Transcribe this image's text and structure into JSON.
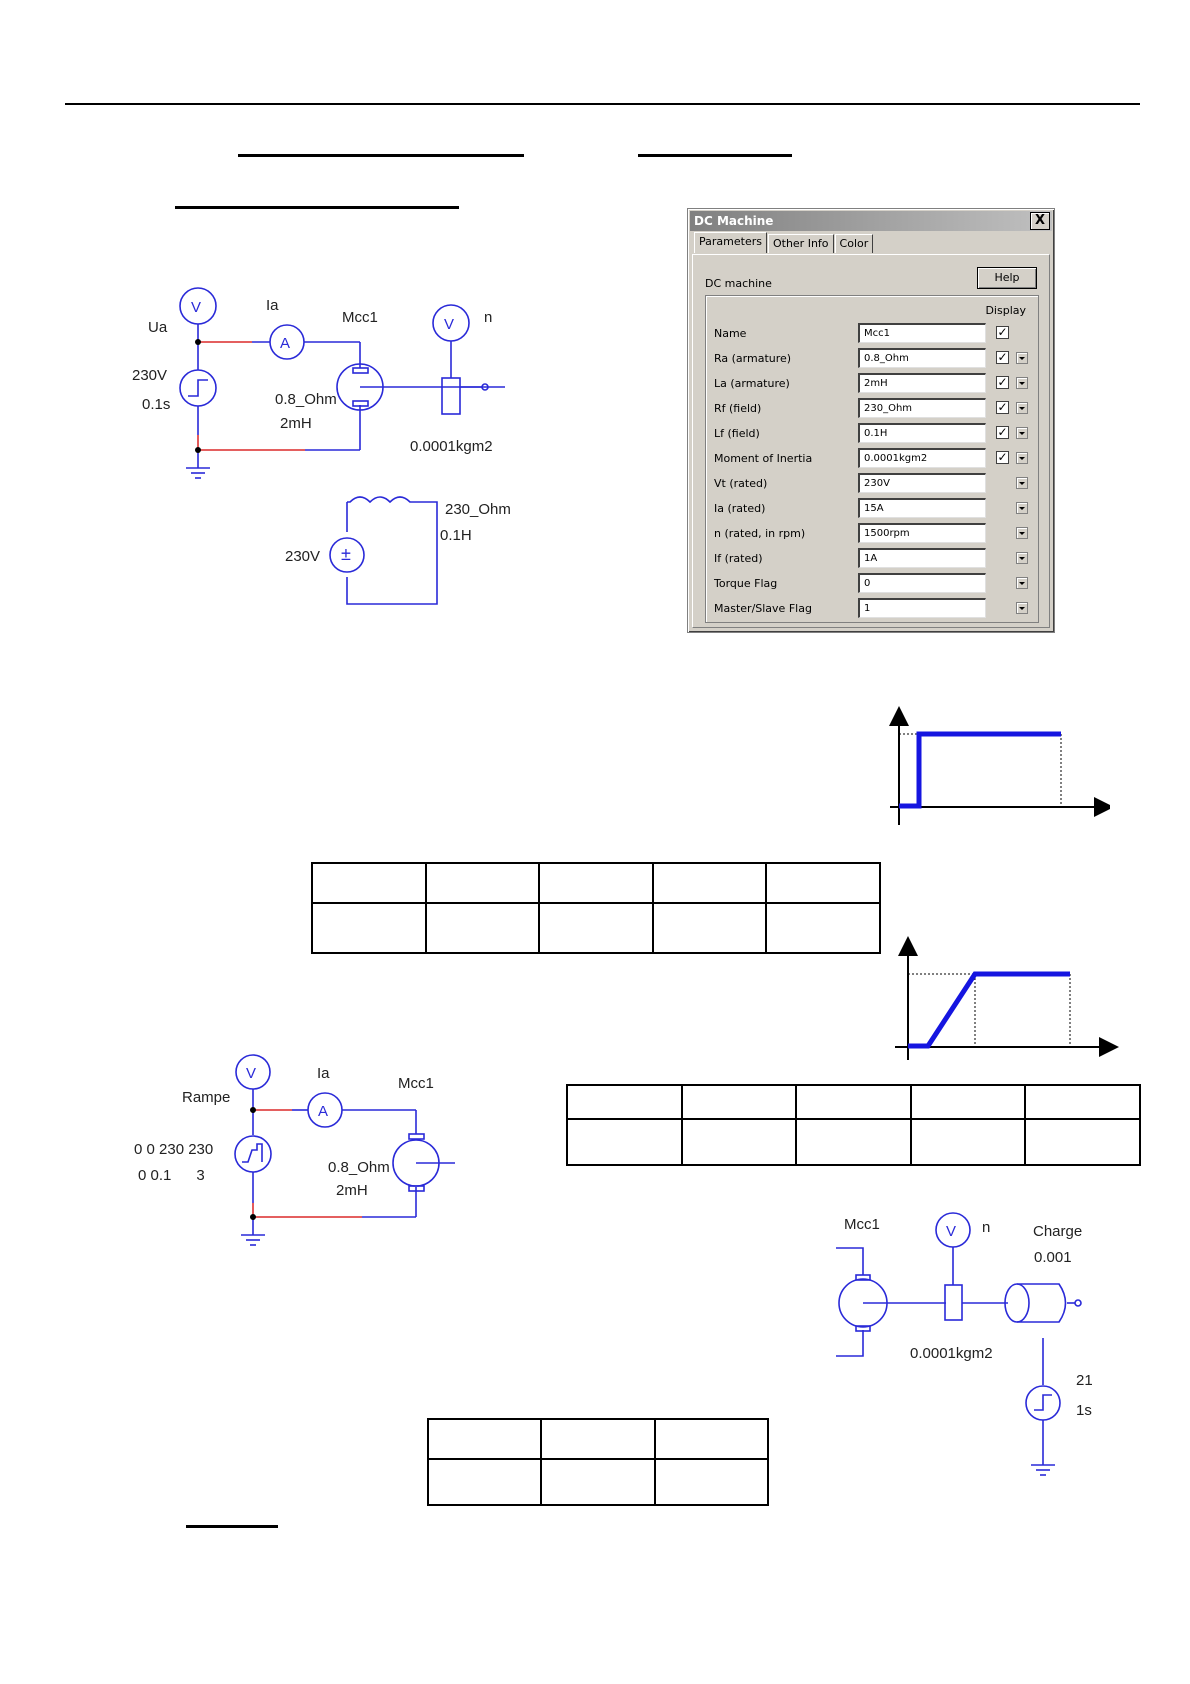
{
  "page": {
    "header_rule": true,
    "section_underlines": [
      "title-part-1",
      "title-part-2",
      "subtitle",
      "remark"
    ]
  },
  "circuit1": {
    "voltmeter_symbol": "V",
    "ammeter_symbol": "A",
    "source_label": "Ua",
    "source_value": "230V",
    "source_time": "0.1s",
    "current_label": "Ia",
    "machine_name": "Mcc1",
    "armature_resistance": "0.8_Ohm",
    "armature_inductance": "2mH",
    "speed_sensor_label": "n",
    "inertia": "0.0001kgm2",
    "field_voltage": "230V",
    "field_resistance": "230_Ohm",
    "field_inductance": "0.1H"
  },
  "dialog": {
    "title": "DC Machine",
    "close_symbol": "X",
    "tabs": [
      {
        "label": "Parameters",
        "active": true
      },
      {
        "label": "Other Info",
        "active": false
      },
      {
        "label": "Color",
        "active": false
      }
    ],
    "section_label": "DC machine",
    "help_label": "Help",
    "display_header": "Display",
    "params": [
      {
        "label": "Name",
        "value": "Mcc1",
        "display": true,
        "has_dropdown": false
      },
      {
        "label": "Ra (armature)",
        "value": "0.8_Ohm",
        "display": true,
        "has_dropdown": true
      },
      {
        "label": "La (armature)",
        "value": "2mH",
        "display": true,
        "has_dropdown": true
      },
      {
        "label": "Rf (field)",
        "value": "230_Ohm",
        "display": true,
        "has_dropdown": true
      },
      {
        "label": "Lf (field)",
        "value": "0.1H",
        "display": true,
        "has_dropdown": true
      },
      {
        "label": "Moment of Inertia",
        "value": "0.0001kgm2",
        "display": true,
        "has_dropdown": true
      },
      {
        "label": "Vt (rated)",
        "value": "230V",
        "display": false,
        "has_dropdown": true
      },
      {
        "label": "Ia (rated)",
        "value": "15A",
        "display": false,
        "has_dropdown": true
      },
      {
        "label": "n (rated, in rpm)",
        "value": "1500rpm",
        "display": false,
        "has_dropdown": true
      },
      {
        "label": "If (rated)",
        "value": "1A",
        "display": false,
        "has_dropdown": true
      },
      {
        "label": "Torque Flag",
        "value": "0",
        "display": false,
        "has_dropdown": true
      },
      {
        "label": "Master/Slave Flag",
        "value": "1",
        "display": false,
        "has_dropdown": true
      }
    ],
    "check_symbol": "✓"
  },
  "step_graph": {
    "shape": "step",
    "description": "voltage step input"
  },
  "ramp_graph": {
    "shape": "ramp",
    "description": "voltage ramp input"
  },
  "table1": {
    "rows": 2,
    "cols": 5,
    "cells": [
      [
        "",
        "",
        "",
        "",
        ""
      ],
      [
        "",
        "",
        "",
        "",
        ""
      ]
    ]
  },
  "circuit2": {
    "voltmeter_symbol": "V",
    "ammeter_symbol": "A",
    "source_label": "Rampe",
    "ramp_values_line1": "0 0 230 230",
    "ramp_values_line2": "0 0.1      3",
    "current_label": "Ia",
    "machine_name": "Mcc1",
    "armature_resistance": "0.8_Ohm",
    "armature_inductance": "2mH"
  },
  "table2": {
    "rows": 2,
    "cols": 5,
    "cells": [
      [
        "",
        "",
        "",
        "",
        ""
      ],
      [
        "",
        "",
        "",
        "",
        ""
      ]
    ]
  },
  "circuit3": {
    "machine_name": "Mcc1",
    "voltmeter_symbol": "V",
    "speed_sensor_label": "n",
    "load_label": "Charge",
    "load_value": "0.001",
    "inertia": "0.0001kgm2",
    "torque_step_value": "21",
    "torque_step_time": "1s"
  },
  "table3": {
    "rows": 2,
    "cols": 3,
    "cells": [
      [
        "",
        "",
        ""
      ],
      [
        "",
        "",
        ""
      ]
    ]
  },
  "colors": {
    "wire": "#2a2ad8",
    "wire_ground": "#e04848",
    "graph_line": "#1515e0",
    "dialog_bg": "#d4d0c8"
  }
}
